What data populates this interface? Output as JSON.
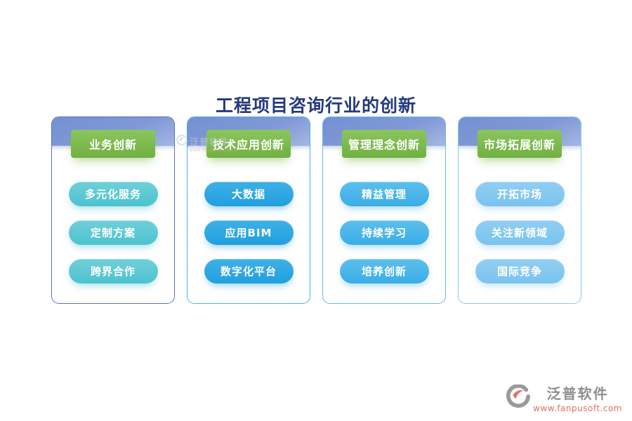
{
  "title": "工程项目咨询行业的创新",
  "title_color": "#25397e",
  "shared_colors": {
    "band_blue_top": "#7490d2",
    "band_blue_bottom": "#a5b7e4",
    "header_green": "#7cba4d",
    "pill_text": "#ffffff"
  },
  "columns": [
    {
      "header": "业务创新",
      "items": [
        "多元化服务",
        "定制方案",
        "跨界合作"
      ],
      "colors": {
        "border": "#5a70cf",
        "pill_top": "#70d0d8",
        "pill_bottom": "#4cc2cf",
        "pill_shadow": "rgba(76,194,207,0.5)"
      }
    },
    {
      "header": "技术应用创新",
      "items": [
        "大数据",
        "应用BIM",
        "数字化平台"
      ],
      "colors": {
        "border": "#4fade8",
        "pill_top": "#3fb0e6",
        "pill_bottom": "#219fe0",
        "pill_shadow": "rgba(41,163,227,0.5)"
      }
    },
    {
      "header": "管理理念创新",
      "items": [
        "精益管理",
        "持续学习",
        "培养创新"
      ],
      "colors": {
        "border": "#5fbbee",
        "pill_top": "#5cbfec",
        "pill_bottom": "#3aade7",
        "pill_shadow": "rgba(73,181,234,0.5)"
      }
    },
    {
      "header": "市场拓展创新",
      "items": [
        "开拓市场",
        "关注新领域",
        "国际竞争"
      ],
      "colors": {
        "border": "#86c9f1",
        "pill_top": "#92cef2",
        "pill_bottom": "#79c3ef",
        "pill_shadow": "rgba(134,201,240,0.55)"
      }
    }
  ],
  "watermark": {
    "brand": "泛普软件",
    "url": "www.fanpusoft.com"
  },
  "footer": {
    "brand": "泛普软件",
    "url": "www.fanpusoft.com",
    "brand_color": "#8f8f8f",
    "url_color": "#e4705f"
  }
}
